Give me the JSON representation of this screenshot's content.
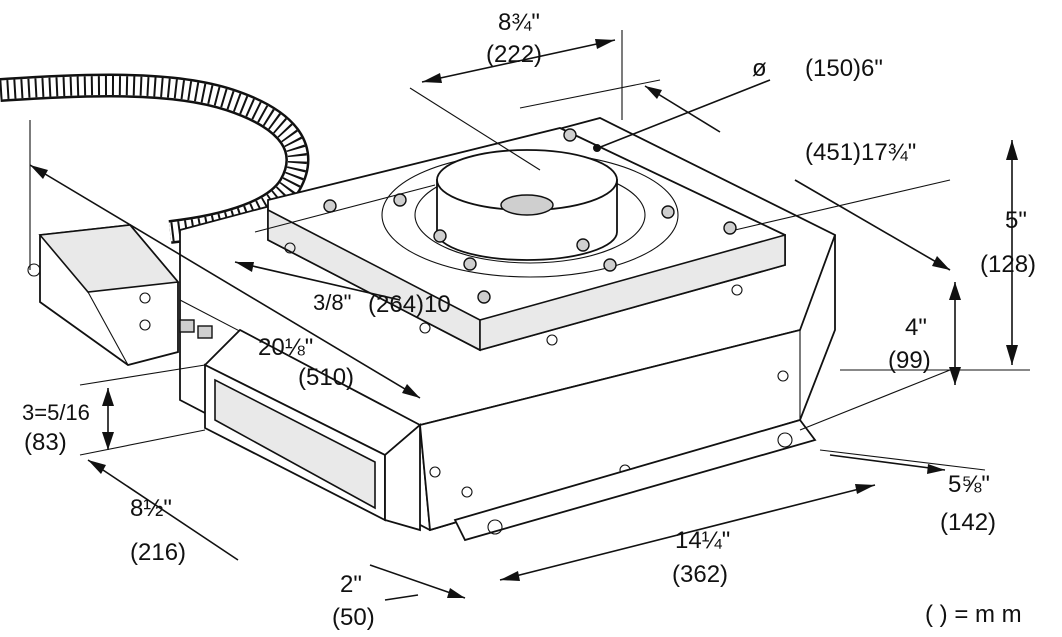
{
  "dimensions": {
    "duct_width": {
      "in": "8¾\"",
      "mm": "(222)"
    },
    "diameter": {
      "symbol": "ø",
      "value": "(150)6\""
    },
    "depth_top": {
      "value": "(451)17¾\""
    },
    "height_total": {
      "in": "5\"",
      "mm": "(128)"
    },
    "height_body": {
      "in": "4\"",
      "mm": "(99)"
    },
    "width_264": {
      "frac": "3/8\"",
      "value": "(264)10"
    },
    "length_510": {
      "in": "20⅛\"",
      "mm": "(510)"
    },
    "height_83": {
      "in": "3=5/16",
      "mm": "(83)"
    },
    "width_216": {
      "in": "8½\"",
      "mm": "(216)"
    },
    "duct_depth_50": {
      "in": "2\"",
      "mm": "(50)"
    },
    "length_362": {
      "in": "14¼\"",
      "mm": "(362)"
    },
    "flange_142": {
      "in": "5⅝\"",
      "mm": "(142)"
    }
  },
  "legend": {
    "units_note": "( ) = m m"
  },
  "icons": [
    "flexible-conduit-icon",
    "junction-box-icon",
    "round-duct-collar-icon",
    "rectangular-duct-icon",
    "mounting-bolt-icon",
    "dimension-arrow-icon"
  ]
}
